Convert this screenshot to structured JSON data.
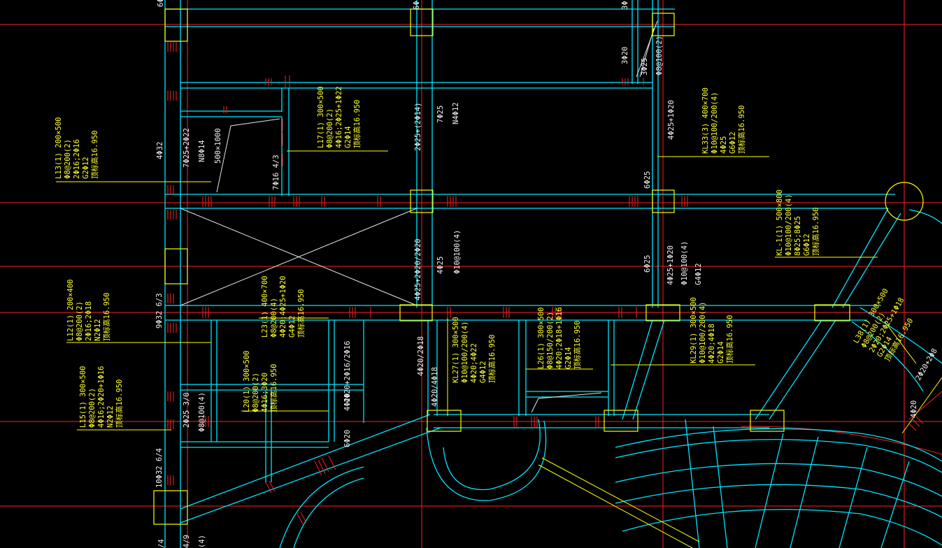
{
  "colors": {
    "background": "#000000",
    "beam": "#00e5ff",
    "axis": "#ff2020",
    "label": "#ffff33",
    "text_white": "#f2f2f2",
    "column": "#ffff00"
  },
  "labels": {
    "l13": [
      "L13(1) 200×500",
      "Φ8@200(2)",
      "2Φ16;2Φ16",
      "G2Φ12",
      "顶标高16.950"
    ],
    "l17": [
      "L17(1) 300×500",
      "Φ8@200(2)",
      "4Φ16;2Φ25+1Φ22",
      "G2Φ14",
      "顶标高16.950"
    ],
    "kl33": [
      "KL33(3) 400×700",
      "Φ10@100/200(4)",
      "4Φ25",
      "G6Φ12",
      "顶标高16.950"
    ],
    "kl1": [
      "KL-1(1) 500×800",
      "Φ10@100/200(4)",
      "8Φ25;8Φ25",
      "G6Φ12",
      "顶标高16.950"
    ],
    "l12": [
      "L12(1) 200×400",
      "Φ8@200(2)",
      "2Φ16;2Φ18",
      "N2Φ12",
      "顶标高16.950"
    ],
    "l23": [
      "L23(1) 400×700",
      "Φ8@200(4)",
      "4Φ20;4Φ25+1Φ20",
      "G4Φ12",
      "顶标高16.950"
    ],
    "l15": [
      "L15(1) 300×500",
      "Φ8@200(2)",
      "4Φ16;2Φ20+1Φ16",
      "N2Φ12",
      "顶标高16.950"
    ],
    "l20": [
      "L20(1) 300×500",
      "Φ8@200(2)",
      "4Φ16;3Φ20",
      "顶标高16.950"
    ],
    "kl27": [
      "KL27(1) 300×500",
      "Φ10@100/200(4)",
      "4Φ20;4Φ22",
      "G4Φ12",
      "顶标高16.950"
    ],
    "l26": [
      "L26(1) 300×500",
      "Φ8@150/200(2)",
      "4Φ20;2Φ18+1Φ16",
      "G2Φ14",
      "顶标高16.950"
    ],
    "kl29": [
      "KL29(1) 300×500",
      "Φ10@100/200(4)",
      "4Φ20;4Φ18",
      "G2Φ14",
      "顶标高16.950"
    ],
    "l38": [
      "L38(1) 300×500",
      "Φ8@200(2)",
      "2Φ20;2Φ25+1Φ18",
      "G2Φ14",
      "顶标高16.950"
    ],
    "mid_col": [
      "4Φ25",
      "Φ10@100(4)"
    ],
    "col6_upper": [
      "4Φ25+1Φ20"
    ],
    "col6_lower": [
      "4Φ25+1Φ20",
      "Φ10@100(4)",
      "G4Φ12"
    ]
  },
  "rebar": {
    "t_6a": "6Φ",
    "t_6b": "6Φ",
    "t_3a": "3Φ",
    "t_3b": "3Φ20",
    "t_3c": "3Φ25",
    "t_8a": "Φ8@100(2)",
    "t_4a": "4Φ32",
    "t_7a": "7Φ25+2Φ22",
    "t_n8": "N8Φ14",
    "t_500": "500×1000",
    "t_7b": "7Φ16 4/3",
    "t_2a": "2Φ25+(2Φ14)",
    "t_7c": "7Φ25",
    "t_n4": "N4Φ12",
    "t_6c": "6Φ25",
    "t_4b": "4Φ25+2Φ20/2Φ20",
    "t_6d": "6Φ25",
    "t_9a": "9Φ32 6/3",
    "t_4c": "4Φ20/2Φ18",
    "t_4d": "4Φ20/4Φ18",
    "t_4e": "4Φ20+2Φ16/2Φ16",
    "t_4f": "4Φ20",
    "t_6e": "6Φ20",
    "t_2b": "2Φ25 3/0",
    "t_8b": "Φ8@100(4)",
    "t_10a": "10Φ32 6/4",
    "t_4g": "4/9",
    "t_4h": "(4)",
    "t_4i": "/4",
    "t_2c": "2Φ20+2Φ8",
    "t_4j": "4Φ20"
  }
}
